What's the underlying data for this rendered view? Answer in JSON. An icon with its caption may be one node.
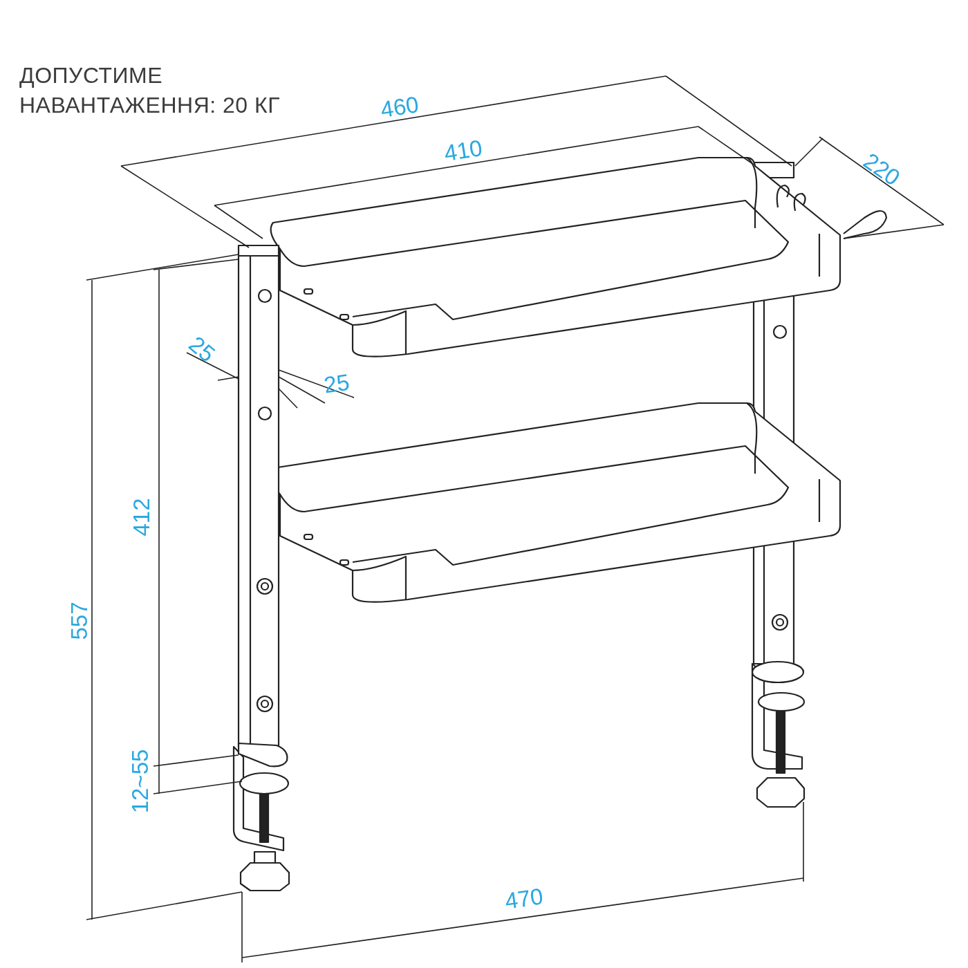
{
  "diagram": {
    "labels": [
      "ДОПУСТИМЕ НАВАНТАЖЕННЯ: 20 КГ",
      "460",
      "410",
      "220",
      "25",
      "25",
      "412",
      "557",
      "12~55",
      "470"
    ]
  }
}
